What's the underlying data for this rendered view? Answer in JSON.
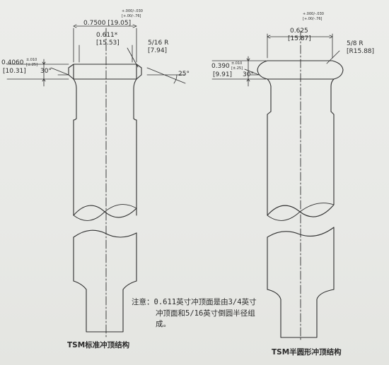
{
  "left_punch": {
    "dim_width": "0.7500 [19.05]",
    "dim_top_tol_1": "+.000/-.030",
    "dim_top_tol_2": "[+.00/-.76]",
    "dim_face": "0.611*",
    "dim_face_mm": "[15.53]",
    "dim_radius": "5/16 R",
    "dim_radius_mm": "[7.94]",
    "dim_height": "0.4060",
    "dim_height_tol_1": "±.010",
    "dim_height_tol_2": "[±.25]",
    "dim_height_mm": "[10.31]",
    "angle_left": "30°",
    "angle_right": "25°",
    "caption": "TSM标准冲顶结构"
  },
  "right_punch": {
    "dim_top_tol_1": "+.000/-.030",
    "dim_top_tol_2": "[+.00/-.76]",
    "dim_width": "0.625",
    "dim_width_mm": "[15.87]",
    "dim_radius": "5/8 R",
    "dim_radius_mm": "[R15.88]",
    "dim_height": "0.390",
    "dim_height_tol_1": "±.010",
    "dim_height_tol_2": "[±.25]",
    "dim_height_mm": "[9.91]",
    "angle_left": "30°",
    "caption": "TSM半圆形冲顶结构"
  },
  "note": {
    "line1": "注意：0.611英寸冲顶面是由3/4英寸",
    "line2": "冲顶面和5/16英寸倒圆半径组",
    "line3": "成。"
  }
}
